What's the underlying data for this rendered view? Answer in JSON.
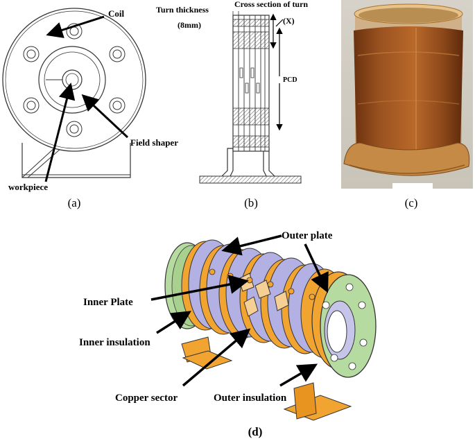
{
  "panel_a": {
    "label_coil": "Coil",
    "label_field_shaper": "Field shaper",
    "label_workpiece": "workpiece",
    "caption": "(a)"
  },
  "panel_b": {
    "label_turn_thickness_1": "Turn thickness",
    "label_turn_thickness_2": "(8mm)",
    "label_cross_section": "Cross section of turn",
    "label_x": "(X)",
    "label_pcd": "PCD",
    "caption": "(b)"
  },
  "panel_c": {
    "caption": "(c)"
  },
  "panel_d": {
    "label_outer_plate": "Outer plate",
    "label_inner_plate": "Inner Plate",
    "label_inner_insulation": "Inner insulation",
    "label_copper_sector": "Copper sector",
    "label_outer_insulation": "Outer insulation",
    "caption": "(d)"
  },
  "colors": {
    "outer_plate": "#b6dba0",
    "disk_purple": "#b3b0e3",
    "insulation_orange": "#f2a431",
    "copper_sector": "#f6cf95",
    "photo_amber": "#8a4a1c"
  }
}
